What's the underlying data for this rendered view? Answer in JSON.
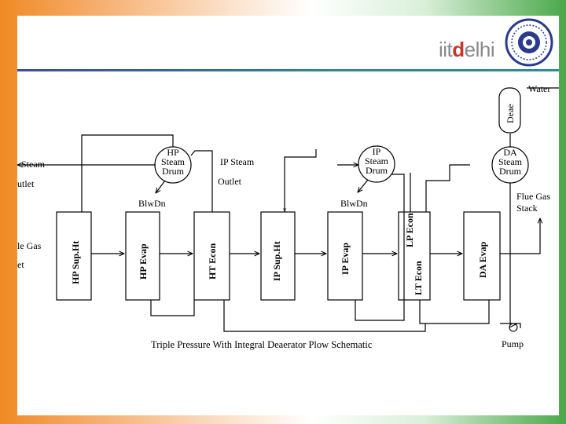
{
  "logo": {
    "part1": "iit",
    "part2": "d",
    "part3": "elhi"
  },
  "diagram": {
    "caption": "Triple Pressure With Integral Deaerator Plow Schematic",
    "drums": [
      {
        "id": "hp",
        "line1": "HP",
        "line2": "Steam",
        "line3": "Drum"
      },
      {
        "id": "ip",
        "line1": "IP",
        "line2": "Steam",
        "line3": "Drum"
      },
      {
        "id": "da",
        "line1": "DA",
        "line2": "Steam",
        "line3": "Drum"
      }
    ],
    "deaerator": "Deae",
    "boxes": [
      "HP Sup.Ht",
      "HP Evap",
      "HT Econ",
      "IP Sup.Ht",
      "IP Evap",
      "LT Econ",
      "LP Econ",
      "DA Evap"
    ],
    "labels": {
      "hp_steam": "Steam",
      "hp_outlet": "utlet",
      "ip_steam": "IP Steam",
      "ip_outlet": "Outlet",
      "hp_blwdn": "BlwDn",
      "ip_blwdn": "BlwDn",
      "water": "Water",
      "flue_gas_stack_1": "Flue Gas",
      "flue_gas_stack_2": "Stack",
      "flue_gas_in_1": "le Gas",
      "flue_gas_in_2": "et",
      "pump": "Pump",
      "v_mark": "v"
    }
  }
}
